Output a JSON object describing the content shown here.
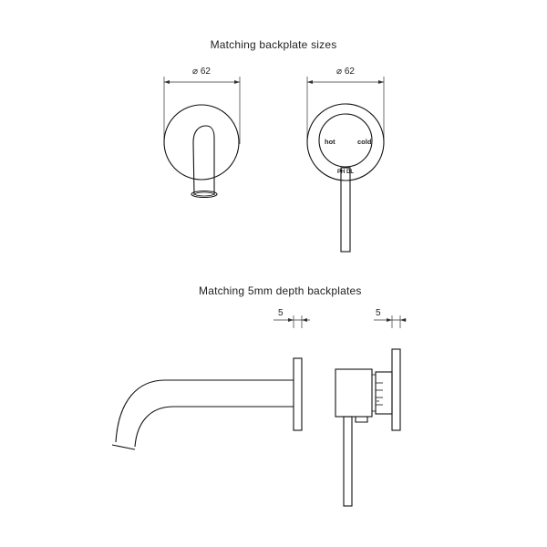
{
  "titles": {
    "top": "Matching backplate sizes",
    "bottom": "Matching 5mm depth backplates"
  },
  "dimensions": {
    "spout_diameter": "⌀ 62",
    "mixer_diameter": "⌀ 62",
    "spout_depth": "5",
    "mixer_depth": "5"
  },
  "mixer_labels": {
    "hot": "hot",
    "cold": "cold",
    "brand": "PH   DL"
  }
}
